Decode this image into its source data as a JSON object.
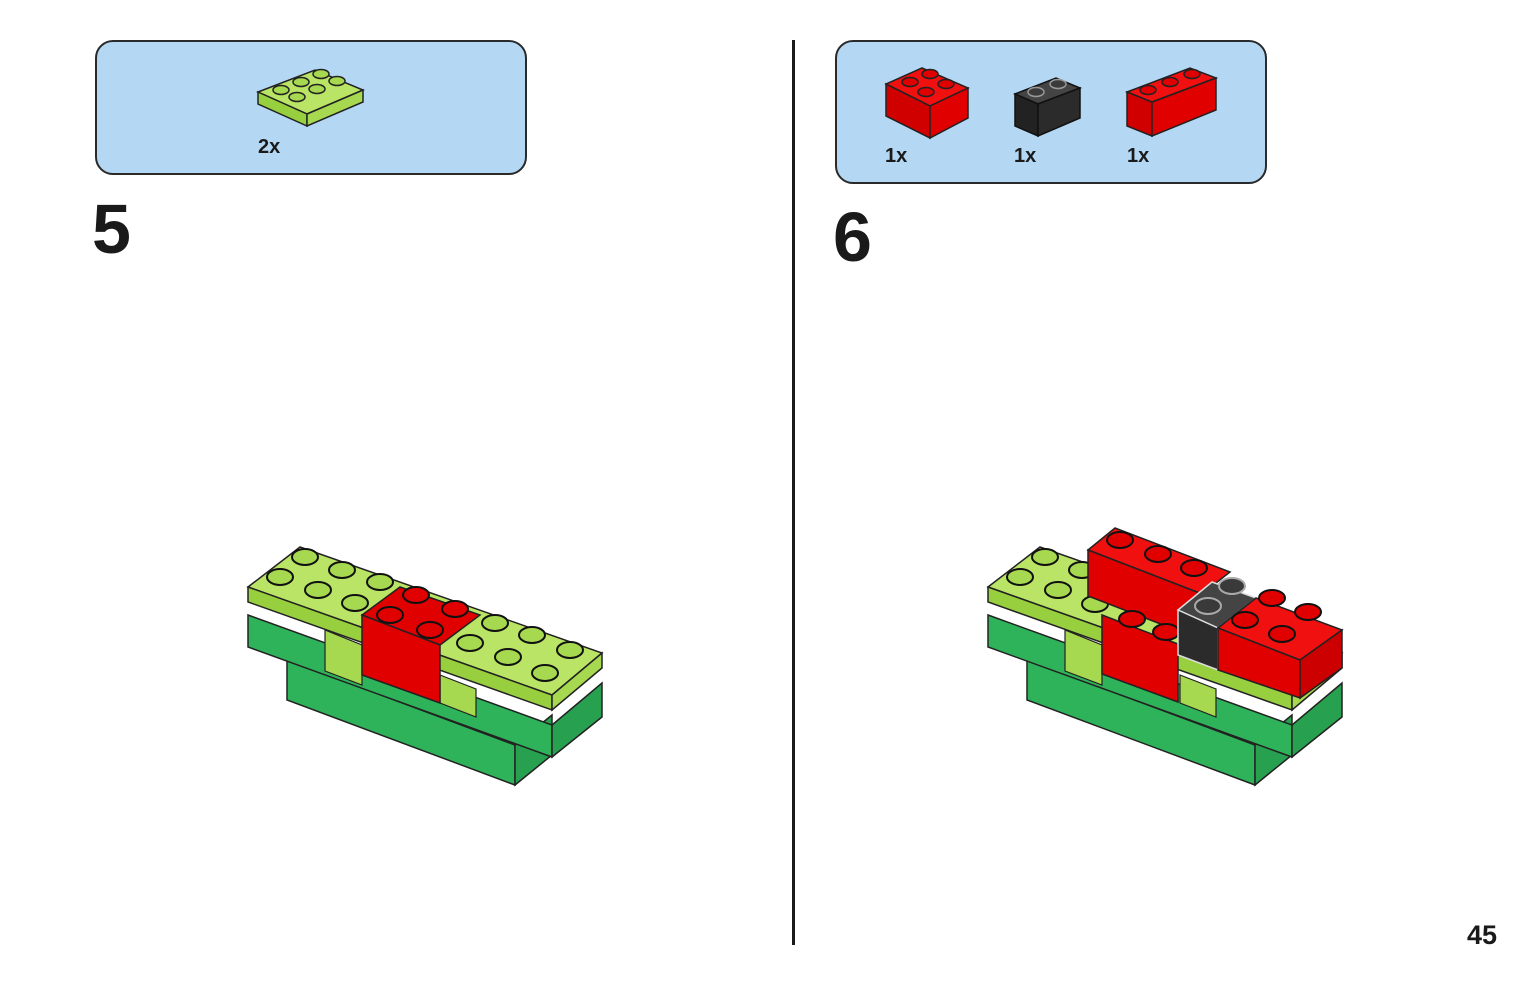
{
  "step5": {
    "number": "5",
    "parts": [
      {
        "quantity": "2x",
        "name": "lime-2x3-plate-icon",
        "color": "#a6d94f"
      }
    ]
  },
  "step6": {
    "number": "6",
    "parts": [
      {
        "quantity": "1x",
        "name": "red-2x2-brick-icon",
        "color": "#e00000"
      },
      {
        "quantity": "1x",
        "name": "black-1x2-brick-icon",
        "color": "#2b2b2b"
      },
      {
        "quantity": "1x",
        "name": "red-1x3-brick-icon",
        "color": "#e00000"
      }
    ]
  },
  "page_number": "45",
  "colors": {
    "parts_box": "#b4d8f4",
    "lime": "#a6d94f",
    "green": "#2fb35a",
    "red": "#e00000",
    "black": "#2b2b2b"
  }
}
